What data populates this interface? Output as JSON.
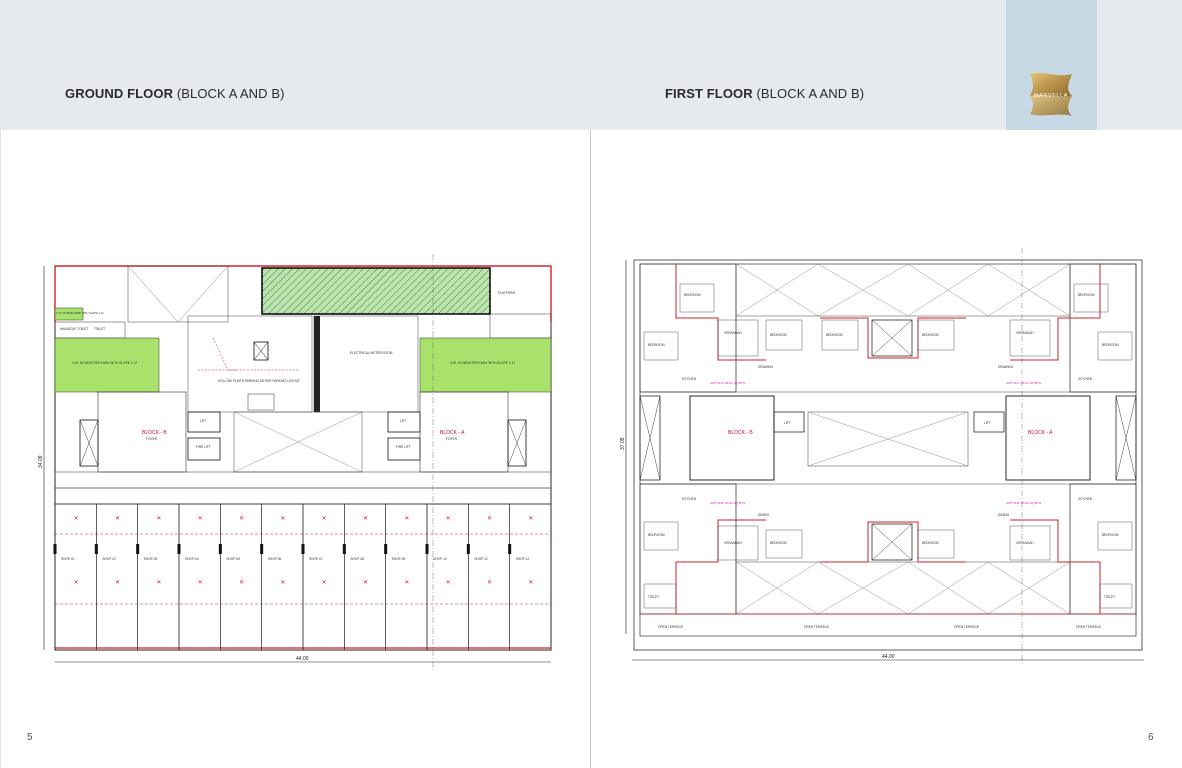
{
  "header": {
    "left_title_bold": "GROUND FLOOR",
    "left_title_rest": "(BLOCK A AND B)",
    "right_title_bold": "FIRST FLOOR",
    "right_title_rest": "(BLOCK A AND B)",
    "brand": "MARVELLA"
  },
  "pages": {
    "left_number": "5",
    "right_number": "6"
  },
  "ground_plan": {
    "width_dim": "44.00",
    "height_dim": "34.09",
    "block_b": "BLOCK - B",
    "block_b_sub": "FOYER",
    "block_a": "BLOCK - A",
    "block_a_sub": "FOYER",
    "ramp_label": "1:15 ,50 WIDE RAMP WITH SLOPE 1:12",
    "green_left": "4.00, 50 WIDE PATH WAY WITH SLOPE 1:12",
    "green_right": "4.00, 50 WIDE PATH WAY WITH SLOPE 1:12",
    "electrical": "ELECTRICAL METER ROOM",
    "platform": "PLATFORM",
    "lift": "LIFT",
    "fire_lift": "FIRE LIFT",
    "hollow_plinth": "HOLLOW PLINTH PARKING AS PER PARKING LAYOUT",
    "handicap_toilet": "HANDICAP TOILET",
    "toilet": "TOILET",
    "shops": [
      "SHOP-01",
      "SHOP-02",
      "SHOP-03",
      "SHOP-04",
      "SHOP-05",
      "SHOP-06",
      "SHOP-07",
      "SHOP-08",
      "SHOP-09",
      "SHOP-10",
      "SHOP-11",
      "SHOP-12"
    ]
  },
  "first_plan": {
    "width_dim": "44.00",
    "height_dim": "37.09",
    "block_b": "BLOCK - B",
    "block_a": "BLOCK - A",
    "open_terrace": "OPEN TERRACE",
    "bedroom": "BEDROOM",
    "kitchen": "KITCHEN",
    "drawing": "DRAWING",
    "dining": "DINING",
    "toilet": "TOILET",
    "verandah": "VERANDAH",
    "lift": "LIFT"
  },
  "colors": {
    "topbar": "#e6e9ee",
    "logo_panel": "#c8d9e6",
    "wall_red": "#d2232a",
    "pathway_green": "#a8e26a",
    "logo_gold": "#b8924a"
  }
}
